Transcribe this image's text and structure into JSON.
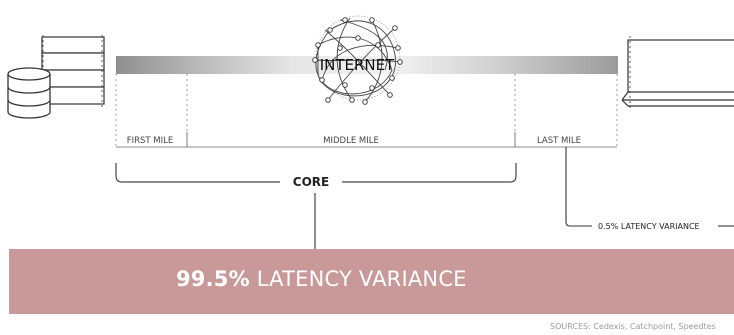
{
  "labels": {
    "internet": "INTERNET",
    "first_mile": "FIRST MILE",
    "middle_mile": "MIDDLE MILE",
    "last_mile": "LAST MILE",
    "core": "CORE",
    "last_mile_variance": "0.5% LATENCY VARIANCE"
  },
  "banner": {
    "percent": "99.5%",
    "text": "LATENCY VARIANCE"
  },
  "sources": "SOURCES: Cedexis, Catchpoint, Speedtes"
}
